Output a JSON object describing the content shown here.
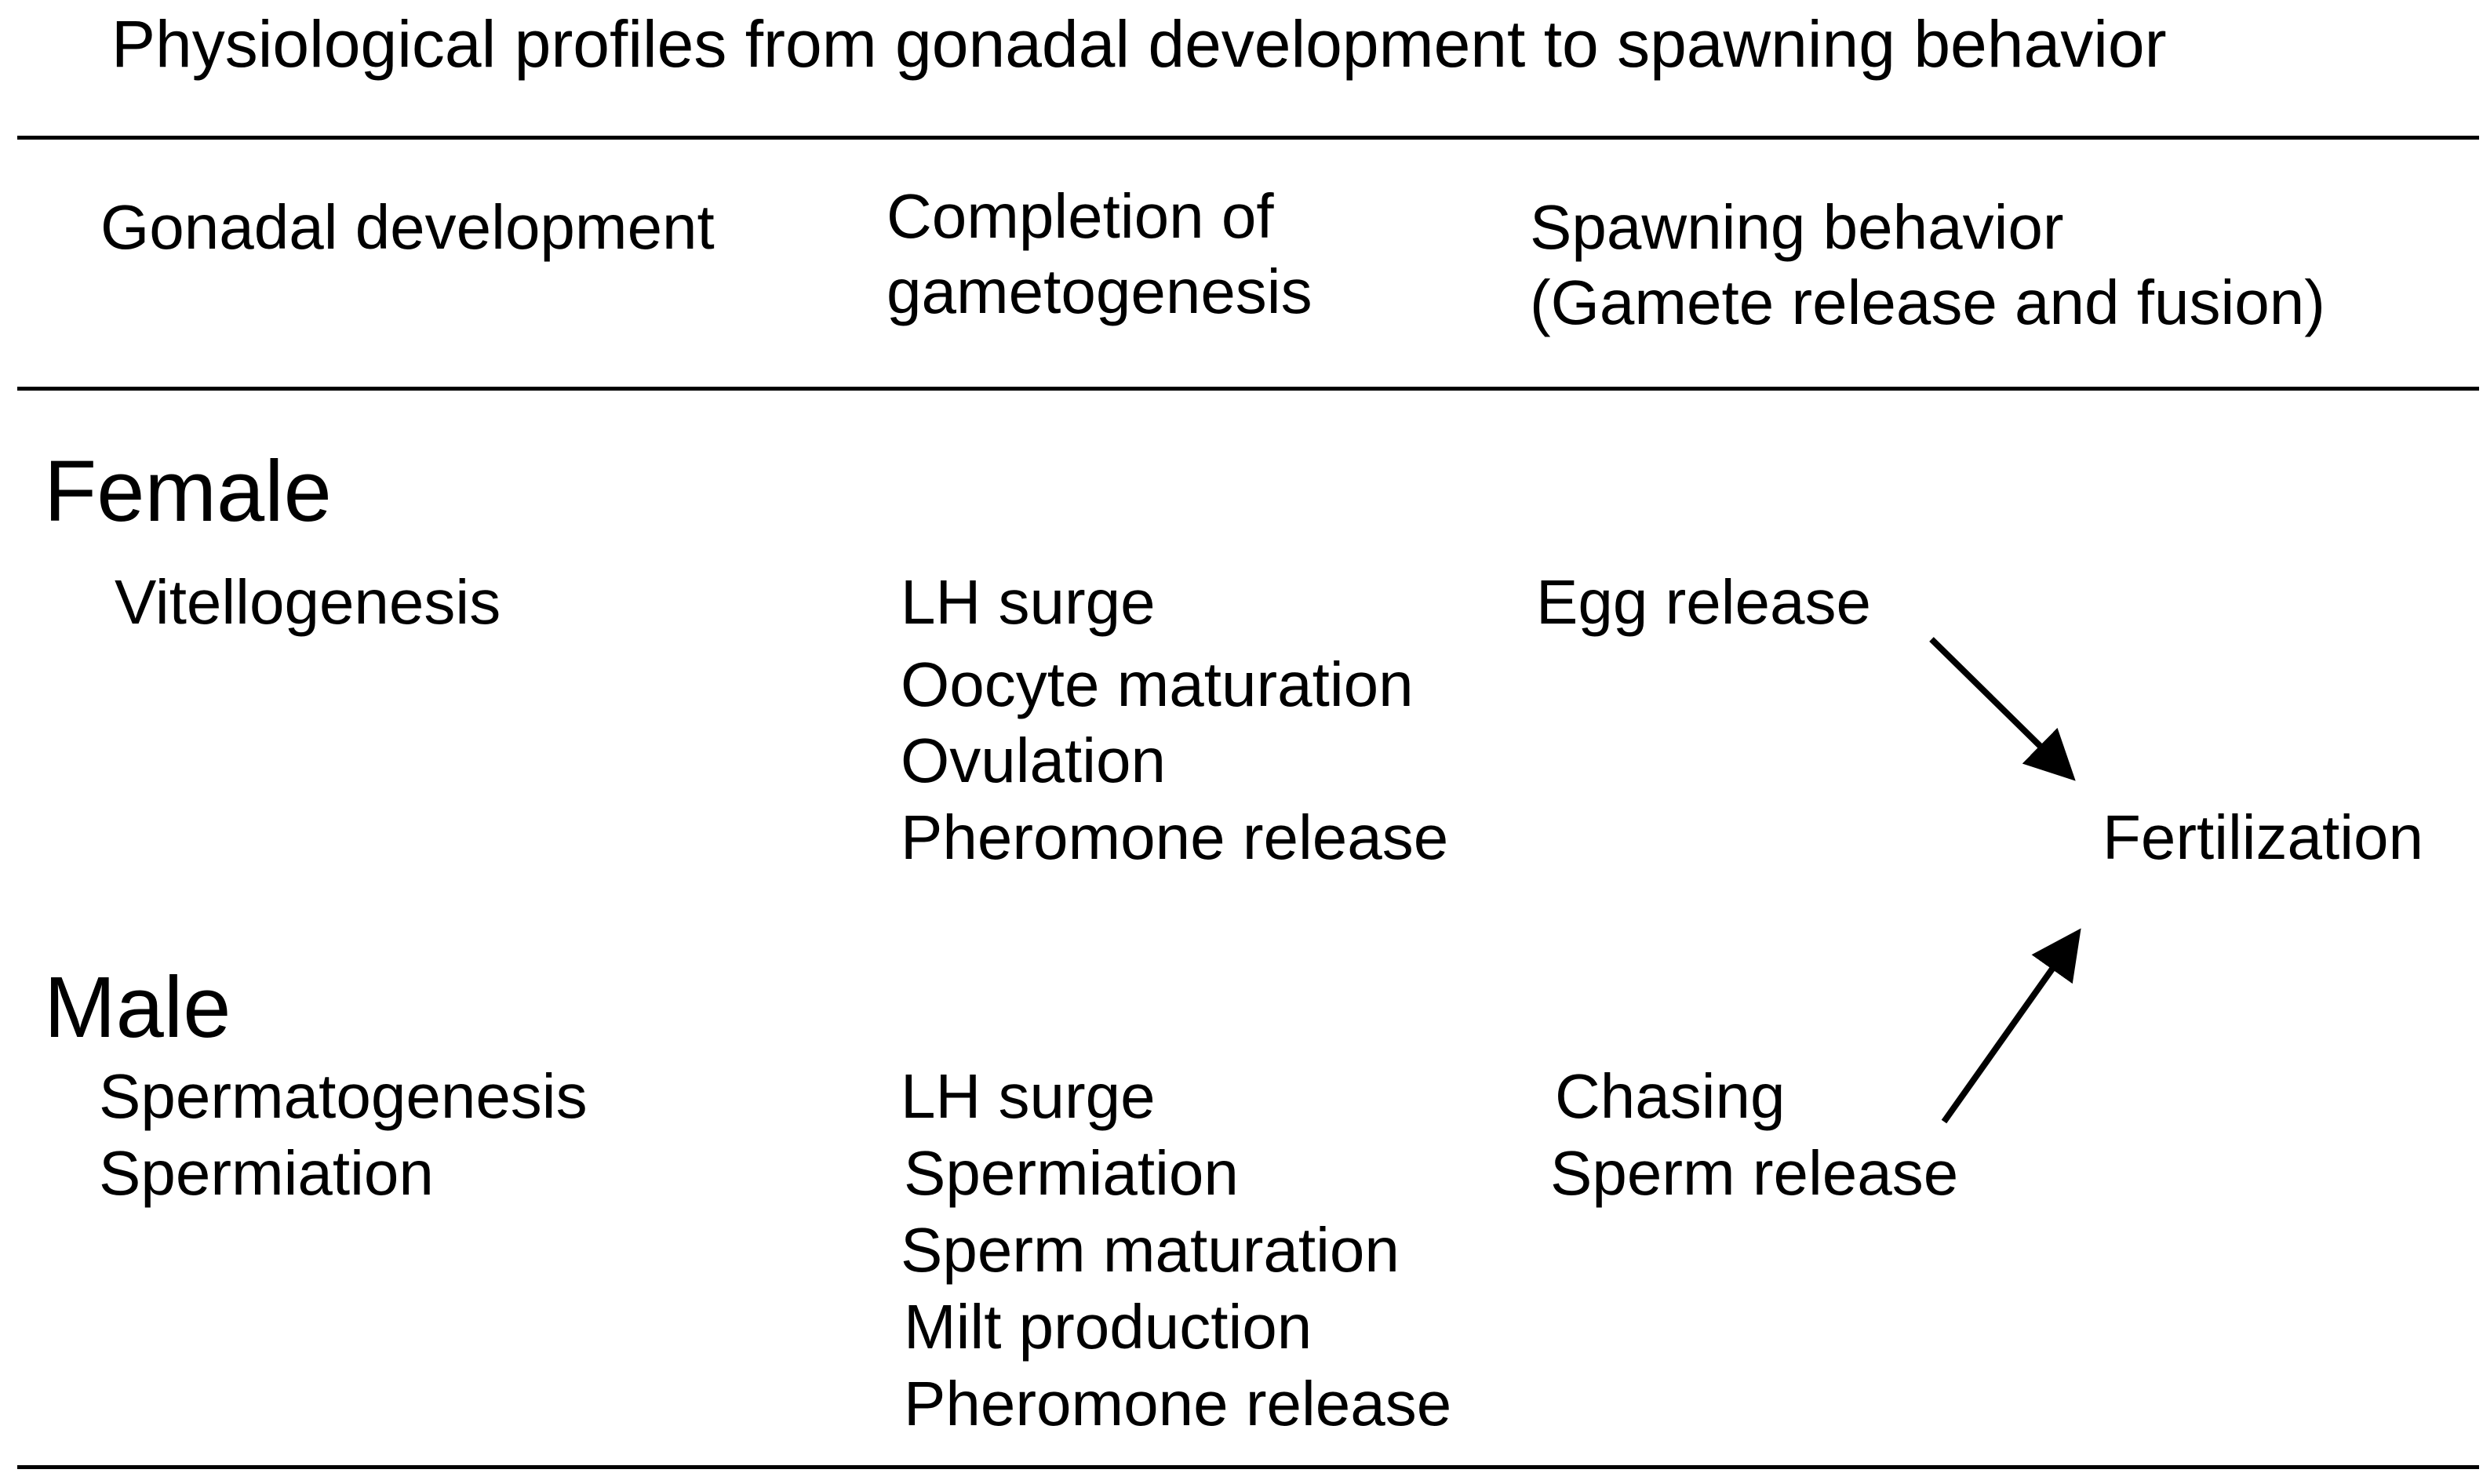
{
  "title": "Physiological profiles from gonadal development to spawning  behavior",
  "columns": {
    "gonadal": "Gonadal development",
    "completion_line1": "Completion of",
    "completion_line2": "gametogenesis",
    "spawning_line1": "Spawning behavior",
    "spawning_line2": "(Gamete release and fusion)"
  },
  "female": {
    "label": "Female",
    "gonadal": [
      "Vitellogenesis"
    ],
    "completion": [
      "LH surge",
      "Oocyte maturation",
      "Ovulation",
      "Pheromone release"
    ],
    "spawning": [
      "Egg release"
    ]
  },
  "male": {
    "label": "Male",
    "gonadal": [
      "Spermatogenesis",
      "Spermiation"
    ],
    "completion": [
      "LH surge",
      "Spermiation",
      "Sperm maturation",
      "Milt production",
      "Pheromone release"
    ],
    "spawning": [
      "Chasing",
      "Sperm release"
    ]
  },
  "outcome": "Fertilization",
  "colors": {
    "text": "#000000",
    "lines": "#000000",
    "background": "#ffffff"
  }
}
